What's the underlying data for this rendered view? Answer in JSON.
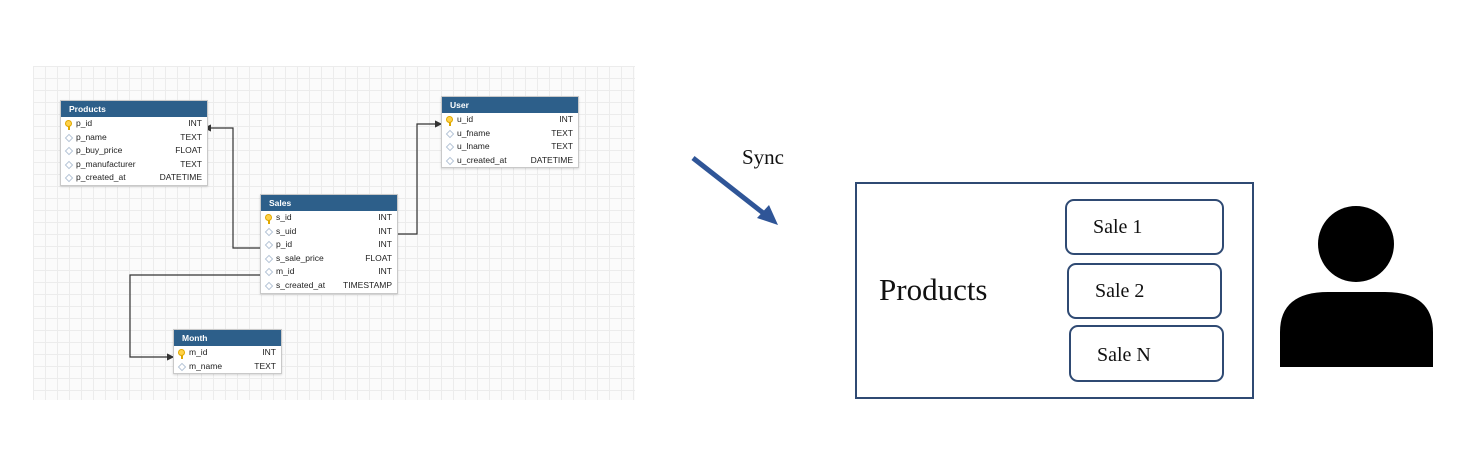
{
  "er_diagram": {
    "tables": [
      {
        "title": "Products",
        "fields": [
          {
            "name": "p_id",
            "type": "INT",
            "key": true
          },
          {
            "name": "p_name",
            "type": "TEXT",
            "key": false
          },
          {
            "name": "p_buy_price",
            "type": "FLOAT",
            "key": false
          },
          {
            "name": "p_manufacturer",
            "type": "TEXT",
            "key": false
          },
          {
            "name": "p_created_at",
            "type": "DATETIME",
            "key": false
          }
        ]
      },
      {
        "title": "User",
        "fields": [
          {
            "name": "u_id",
            "type": "INT",
            "key": true
          },
          {
            "name": "u_fname",
            "type": "TEXT",
            "key": false
          },
          {
            "name": "u_lname",
            "type": "TEXT",
            "key": false
          },
          {
            "name": "u_created_at",
            "type": "DATETIME",
            "key": false
          }
        ]
      },
      {
        "title": "Sales",
        "fields": [
          {
            "name": "s_id",
            "type": "INT",
            "key": true
          },
          {
            "name": "s_uid",
            "type": "INT",
            "key": false
          },
          {
            "name": "p_id",
            "type": "INT",
            "key": false
          },
          {
            "name": "s_sale_price",
            "type": "FLOAT",
            "key": false
          },
          {
            "name": "m_id",
            "type": "INT",
            "key": false
          },
          {
            "name": "s_created_at",
            "type": "TIMESTAMP",
            "key": false
          }
        ]
      },
      {
        "title": "Month",
        "fields": [
          {
            "name": "m_id",
            "type": "INT",
            "key": true
          },
          {
            "name": "m_name",
            "type": "TEXT",
            "key": false
          }
        ]
      }
    ]
  },
  "sync_label": "Sync",
  "products_box": {
    "title": "Products",
    "sales": [
      "Sale 1",
      "Sale 2",
      "Sale N"
    ]
  },
  "colors": {
    "table_header": "#2d5f8a",
    "box_border": "#2f4a73",
    "arrow": "#2f5597",
    "key_icon": "#ffd24a"
  },
  "icons": {
    "user": "user-silhouette-icon",
    "key": "primary-key-icon",
    "field": "field-diamond-icon"
  }
}
